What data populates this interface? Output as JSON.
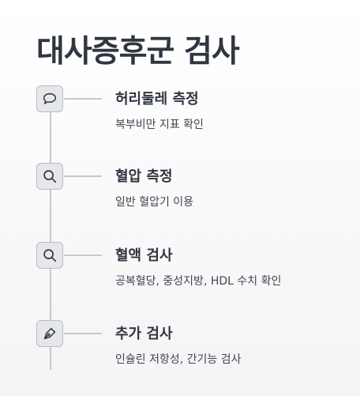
{
  "title": "대사증후군 검사",
  "steps": [
    {
      "icon": "speech-bubble-icon",
      "title": "허리둘레 측정",
      "desc": "복부비만 지표 확인"
    },
    {
      "icon": "magnifier-icon",
      "title": "혈압 측정",
      "desc": "일반 혈압기 이용"
    },
    {
      "icon": "magnifier-icon",
      "title": "혈액 검사",
      "desc": "공복혈당, 중성지방, HDL 수치 확인"
    },
    {
      "icon": "pen-nib-icon",
      "title": "추가 검사",
      "desc": "인슐린 저항성, 간기능 검사"
    }
  ],
  "colors": {
    "text": "#2f3640",
    "line": "#c8c8cc",
    "icon_bg": "#e6e7ea",
    "icon_border": "#b9bcc2"
  }
}
